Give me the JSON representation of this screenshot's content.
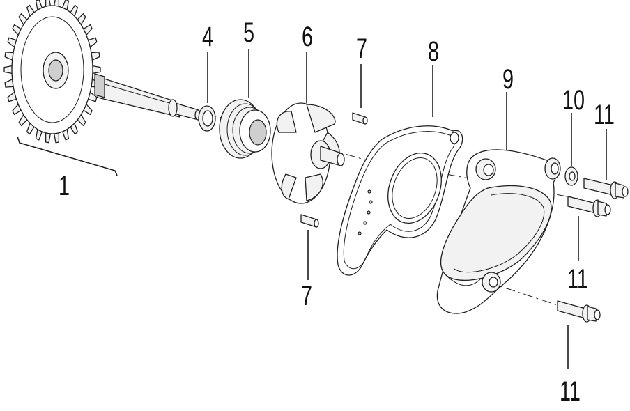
{
  "diagram": {
    "callouts": {
      "c1": "1",
      "c4": "4",
      "c5": "5",
      "c6": "6",
      "c7_top": "7",
      "c7_bottom": "7",
      "c8": "8",
      "c9": "9",
      "c10": "10",
      "c11_top": "11",
      "c11_mid": "11",
      "c11_bottom": "11"
    }
  }
}
